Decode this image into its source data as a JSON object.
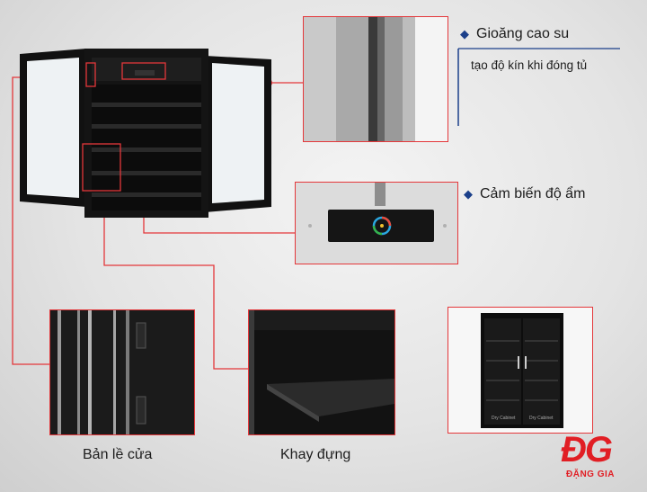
{
  "features": {
    "gasket": {
      "title": "Gioăng cao su",
      "subtitle": "tạo độ kín khi đóng tủ"
    },
    "sensor": {
      "title": "Cảm biến độ ẩm"
    },
    "hinge": {
      "label": "Bản lề cửa"
    },
    "tray": {
      "label": "Khay đựng"
    }
  },
  "logo": {
    "mark": "ĐG",
    "brand": "ĐẶNG GIA"
  },
  "cabinet_small_text": "Dry Cabinet",
  "colors": {
    "accent_red": "#e4373a",
    "bullet_blue": "#1b3f8a",
    "brand_red": "#e11e24"
  },
  "bullet_icon": "diamond-icon"
}
